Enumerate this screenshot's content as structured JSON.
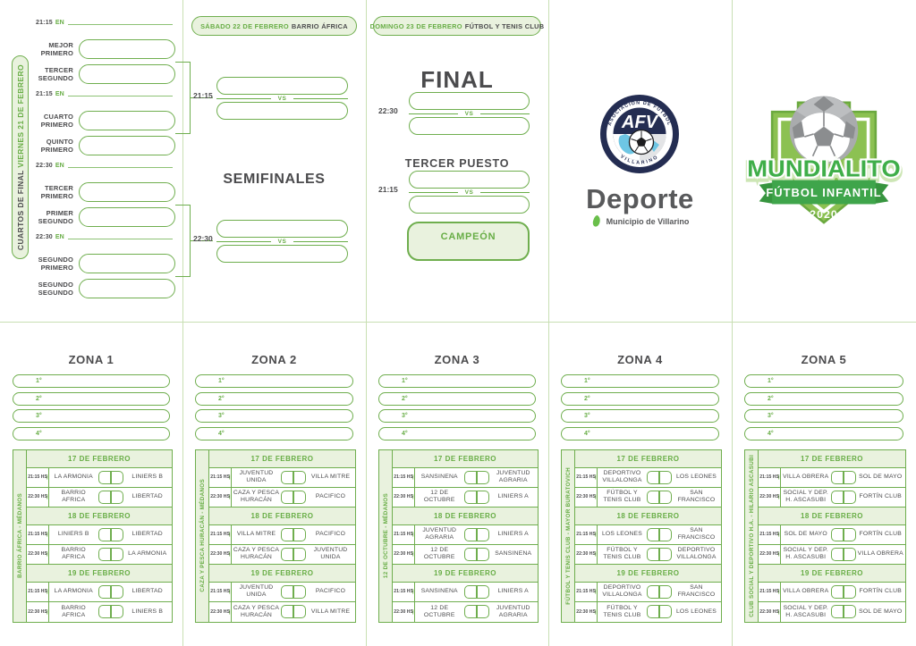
{
  "colors": {
    "accent_green": "#6fae4e",
    "light_green_fill": "#e9f2de",
    "dark_text": "#4b4b4d",
    "navy": "#242d52",
    "brand_gray": "#58595b",
    "ball_gray": "#a3a5a8",
    "light_blue": "#6ec6e4"
  },
  "quarterfinals": {
    "side_title_dark": "CUARTOS DE FINAL ",
    "side_title_green": "VIERNES 21 DE FEBRERO",
    "groups": [
      {
        "time": "21:15",
        "en": "EN",
        "top_label": "MEJOR PRIMERO",
        "bottom_label": "TERCER SEGUNDO"
      },
      {
        "time": "21:15",
        "en": "EN",
        "top_label": "CUARTO PRIMERO",
        "bottom_label": "QUINTO PRIMERO"
      },
      {
        "time": "22:30",
        "en": "EN",
        "top_label": "TERCER PRIMERO",
        "bottom_label": "PRIMER SEGUNDO"
      },
      {
        "time": "22:30",
        "en": "EN",
        "top_label": "SEGUNDO PRIMERO",
        "bottom_label": "SEGUNDO SEGUNDO"
      }
    ]
  },
  "semifinals": {
    "header_green": "SÁBADO 22 DE FEBRERO",
    "header_dark": "BARRIO ÁFRICA",
    "title": "SEMIFINALES",
    "matches": [
      {
        "time": "21:15",
        "vs": "VS"
      },
      {
        "time": "22:30",
        "vs": "VS"
      }
    ]
  },
  "finals": {
    "header_green": "DOMINGO 23 DE FEBRERO",
    "header_dark": "FÚTBOL Y TENIS CLUB",
    "final_title": "FINAL",
    "final_time": "22:30",
    "final_vs": "VS",
    "third_title": "TERCER PUESTO",
    "third_time": "21:15",
    "third_vs": "VS",
    "champion_label": "CAMPEÓN"
  },
  "afv_logo": {
    "arc_top": "ASOCIACIÓN DE FÚTBOL",
    "acronym": "AFV",
    "arc_bottom": "VILLARINO"
  },
  "deporte": {
    "brand": "Deporte",
    "municipality": "Municipio de Villarino"
  },
  "mundialito": {
    "title": "MUNDIALITO",
    "subtitle": "FÚTBOL INFANTIL",
    "year": "★ 2020 ★"
  },
  "zones": [
    {
      "title": "ZONA 1",
      "standings": [
        "1°",
        "2°",
        "3°",
        "4°"
      ],
      "side_label": "BARRIO ÁFRICA - MÉDANOS",
      "days": [
        {
          "date": "17 DE FEBRERO",
          "matches": [
            {
              "time": "21:15 HS",
              "home": "LA ARMONIA",
              "away": "LINIERS B"
            },
            {
              "time": "22:30 HS",
              "home": "BARRIO AFRICA",
              "away": "LIBERTAD"
            }
          ]
        },
        {
          "date": "18 DE FEBRERO",
          "matches": [
            {
              "time": "21:15 HS",
              "home": "LINIERS B",
              "away": "LIBERTAD"
            },
            {
              "time": "22:30 HS",
              "home": "BARRIO AFRICA",
              "away": "LA ARMONIA"
            }
          ]
        },
        {
          "date": "19 DE FEBRERO",
          "matches": [
            {
              "time": "21:15 HS",
              "home": "LA ARMONIA",
              "away": "LIBERTAD"
            },
            {
              "time": "22:30 HS",
              "home": "BARRIO AFRICA",
              "away": "LINIERS B"
            }
          ]
        }
      ]
    },
    {
      "title": "ZONA 2",
      "standings": [
        "1°",
        "2°",
        "3°",
        "4°"
      ],
      "side_label": "CAZA Y PESCA HURACÁN - MÉDANOS",
      "days": [
        {
          "date": "17 DE FEBRERO",
          "matches": [
            {
              "time": "21:15 HS",
              "home": "JUVENTUD UNIDA",
              "away": "VILLA MITRE"
            },
            {
              "time": "22:30 HS",
              "home": "CAZA Y PESCA HURACÁN",
              "away": "PACIFICO"
            }
          ]
        },
        {
          "date": "18 DE FEBRERO",
          "matches": [
            {
              "time": "21:15 HS",
              "home": "VILLA MITRE",
              "away": "PACIFICO"
            },
            {
              "time": "22:30 HS",
              "home": "CAZA Y PESCA HURACÁN",
              "away": "JUVENTUD UNIDA"
            }
          ]
        },
        {
          "date": "19 DE FEBRERO",
          "matches": [
            {
              "time": "21:15 HS",
              "home": "JUVENTUD UNIDA",
              "away": "PACIFICO"
            },
            {
              "time": "22:30 HS",
              "home": "CAZA Y PESCA HURACÁN",
              "away": "VILLA MITRE"
            }
          ]
        }
      ]
    },
    {
      "title": "ZONA 3",
      "standings": [
        "1°",
        "2°",
        "3°",
        "4°"
      ],
      "side_label": "12 DE OCTUBRE - MÉDANOS",
      "days": [
        {
          "date": "17 DE FEBRERO",
          "matches": [
            {
              "time": "21:15 HS",
              "home": "SANSINENA",
              "away": "JUVENTUD AGRARIA"
            },
            {
              "time": "22:30 HS",
              "home": "12 DE OCTUBRE",
              "away": "LINIERS A"
            }
          ]
        },
        {
          "date": "18 DE FEBRERO",
          "matches": [
            {
              "time": "21:15 HS",
              "home": "JUVENTUD AGRARIA",
              "away": "LINIERS A"
            },
            {
              "time": "22:30 HS",
              "home": "12 DE OCTUBRE",
              "away": "SANSINENA"
            }
          ]
        },
        {
          "date": "19 DE FEBRERO",
          "matches": [
            {
              "time": "21:15 HS",
              "home": "SANSINENA",
              "away": "LINIERS A"
            },
            {
              "time": "22:30 HS",
              "home": "12 DE OCTUBRE",
              "away": "JUVENTUD AGRARIA"
            }
          ]
        }
      ]
    },
    {
      "title": "ZONA 4",
      "standings": [
        "1°",
        "2°",
        "3°",
        "4°"
      ],
      "side_label": "FÚTBOL Y TENIS CLUB - MAYOR BURATOVICH",
      "days": [
        {
          "date": "17 DE FEBRERO",
          "matches": [
            {
              "time": "21:15 HS",
              "home": "DEPORTIVO VILLALONGA",
              "away": "LOS LEONES"
            },
            {
              "time": "22:30 HS",
              "home": "FÚTBOL Y TENIS CLUB",
              "away": "SAN FRANCISCO"
            }
          ]
        },
        {
          "date": "18 DE FEBRERO",
          "matches": [
            {
              "time": "21:15 HS",
              "home": "LOS LEONES",
              "away": "SAN FRANCISCO"
            },
            {
              "time": "22:30 HS",
              "home": "FÚTBOL Y TENIS CLUB",
              "away": "DEPORTIVO VILLALONGA"
            }
          ]
        },
        {
          "date": "19 DE FEBRERO",
          "matches": [
            {
              "time": "21:15 HS",
              "home": "DEPORTIVO VILLALONGA",
              "away": "SAN FRANCISCO"
            },
            {
              "time": "22:30 HS",
              "home": "FÚTBOL Y TENIS CLUB",
              "away": "LOS LEONES"
            }
          ]
        }
      ]
    },
    {
      "title": "ZONA 5",
      "standings": [
        "1°",
        "2°",
        "3°",
        "4°"
      ],
      "side_label": "CLUB SOCIAL Y DEPORTIVO H.A. - HILARIO ASCASUBI",
      "days": [
        {
          "date": "17 DE FEBRERO",
          "matches": [
            {
              "time": "21:15 HS",
              "home": "VILLA OBRERA",
              "away": "SOL DE MAYO"
            },
            {
              "time": "22:30 HS",
              "home": "SOCIAL Y DEP. H. ASCASUBI",
              "away": "FORTÍN CLUB"
            }
          ]
        },
        {
          "date": "18 DE FEBRERO",
          "matches": [
            {
              "time": "21:15 HS",
              "home": "SOL DE MAYO",
              "away": "FORTÍN CLUB"
            },
            {
              "time": "22:30 HS",
              "home": "SOCIAL Y DEP. H. ASCASUBI",
              "away": "VILLA OBRERA"
            }
          ]
        },
        {
          "date": "19 DE FEBRERO",
          "matches": [
            {
              "time": "21:15 HS",
              "home": "VILLA OBRERA",
              "away": "FORTÍN CLUB"
            },
            {
              "time": "22:30 HS",
              "home": "SOCIAL Y DEP. H. ASCASUBI",
              "away": "SOL DE MAYO"
            }
          ]
        }
      ]
    }
  ]
}
